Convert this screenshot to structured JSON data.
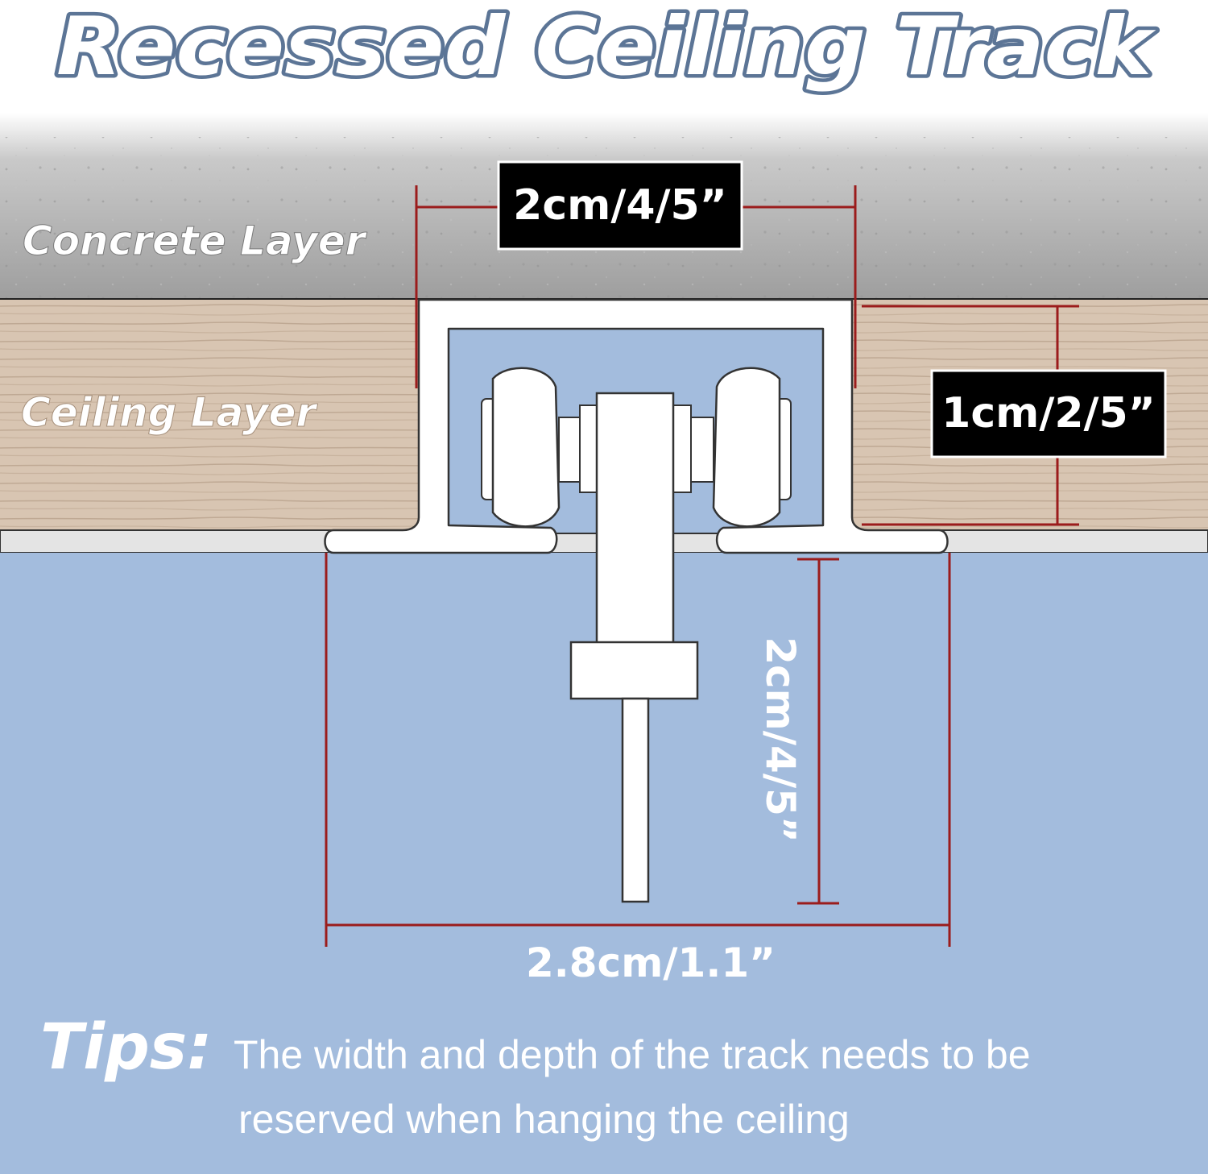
{
  "title": "Recessed Ceiling Track",
  "layers": {
    "concrete": "Concrete Layer",
    "ceiling": "Ceiling Layer"
  },
  "dimensions": {
    "top_width": "2cm/4/5”",
    "depth": "1cm/2/5”",
    "drop": "2cm/4/5”",
    "bottom_width": "2.8cm/1.1”"
  },
  "tips": {
    "heading": "Tips:",
    "line1": "The width and depth of the track needs to be",
    "line2": "reserved when hanging the ceiling"
  },
  "colors": {
    "title_fill": "#ffffff",
    "title_outline": "#5c7596",
    "room_blue": "#a3bcdd",
    "wood": "#d9c6b3",
    "concrete": "#a8a8a8",
    "dimension_line": "#9b1c1c",
    "label_box": "#000000"
  }
}
